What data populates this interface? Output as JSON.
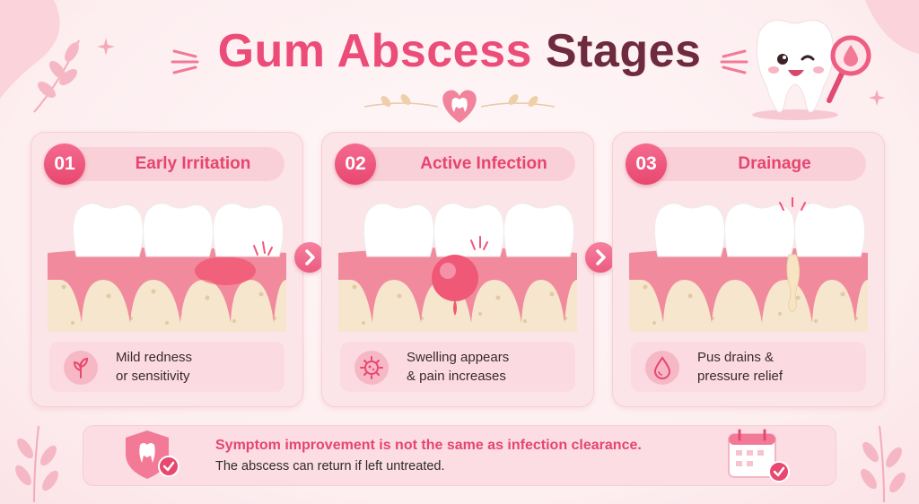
{
  "title": {
    "part1": "Gum Abscess",
    "part2": "Stages"
  },
  "stages": [
    {
      "number": "01",
      "title": "Early Irritation",
      "line1": "Mild redness",
      "line2": "or sensitivity",
      "icon": "sprout-icon"
    },
    {
      "number": "02",
      "title": "Active Infection",
      "line1": "Swelling appears",
      "line2": "& pain increases",
      "icon": "germ-icon"
    },
    {
      "number": "03",
      "title": "Drainage",
      "line1": "Pus drains &",
      "line2": "pressure relief",
      "icon": "droplet-icon"
    }
  ],
  "banner": {
    "headline": "Symptom improvement is not the same as infection clearance.",
    "subtext": "The abscess can return if left untreated."
  },
  "colors": {
    "accent": "#ec4c78",
    "dark": "#6e2b40",
    "panel": "#fce5e8",
    "gum": "#f28a9e",
    "bone": "#f6e6cd"
  }
}
